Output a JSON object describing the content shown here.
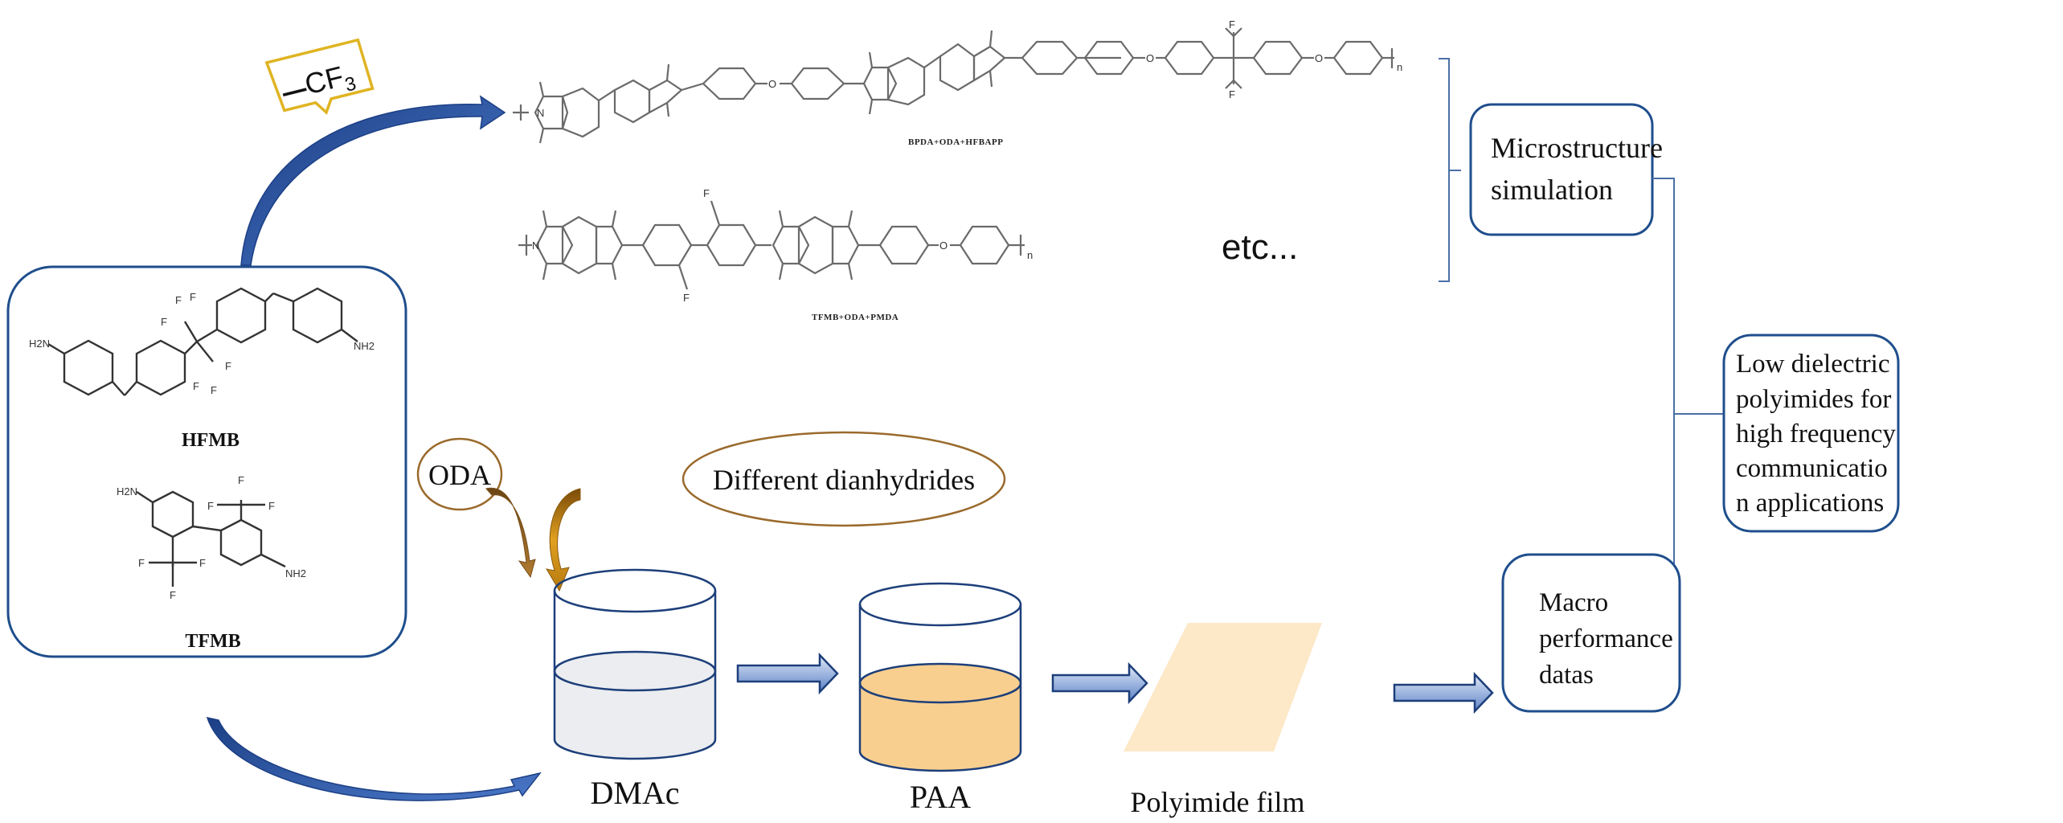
{
  "substituent_label": {
    "main": "CF",
    "subscript": "3"
  },
  "monomer_box": {
    "monomers": [
      {
        "name": "HFMB",
        "amine_labels": [
          "H2N",
          "NH2"
        ],
        "fluorine_label": "F"
      },
      {
        "name": "TFMB",
        "amine_labels": [
          "H2N",
          "NH2"
        ],
        "fluorine_label": "F"
      }
    ]
  },
  "polymers": [
    {
      "caption": "BPDA+ODA+HFBAPP"
    },
    {
      "caption": "TFMB+ODA+PMDA"
    }
  ],
  "polymer_atoms": {
    "oxygen": "O",
    "nitrogen": "N",
    "fluorine": "F",
    "repeat": "n"
  },
  "etc_label": "etc...",
  "reagents": {
    "oda": "ODA",
    "dianhydrides": "Different dianhydrides"
  },
  "process_steps": [
    {
      "label": "DMAc",
      "liquid_color": "#ebedf0"
    },
    {
      "label": "PAA",
      "liquid_color": "#f9cf8f"
    },
    {
      "label": "Polyimide film",
      "film_color": "#fde8c8"
    }
  ],
  "outcome_boxes": {
    "microstructure": [
      "Microstructure",
      "simulation"
    ],
    "macro": [
      "Macro",
      "performance",
      "datas"
    ],
    "goal": [
      "Low dielectric",
      "polyimides for",
      "high frequency",
      "communicatio",
      "n applications"
    ]
  },
  "colors": {
    "box_border": "#1f4e8c",
    "arrow_blue": "#2a5aa8",
    "cf3_border": "#e0b422",
    "oda_border": "#9a6a2c",
    "reagent_arrow": "#c98a10"
  }
}
